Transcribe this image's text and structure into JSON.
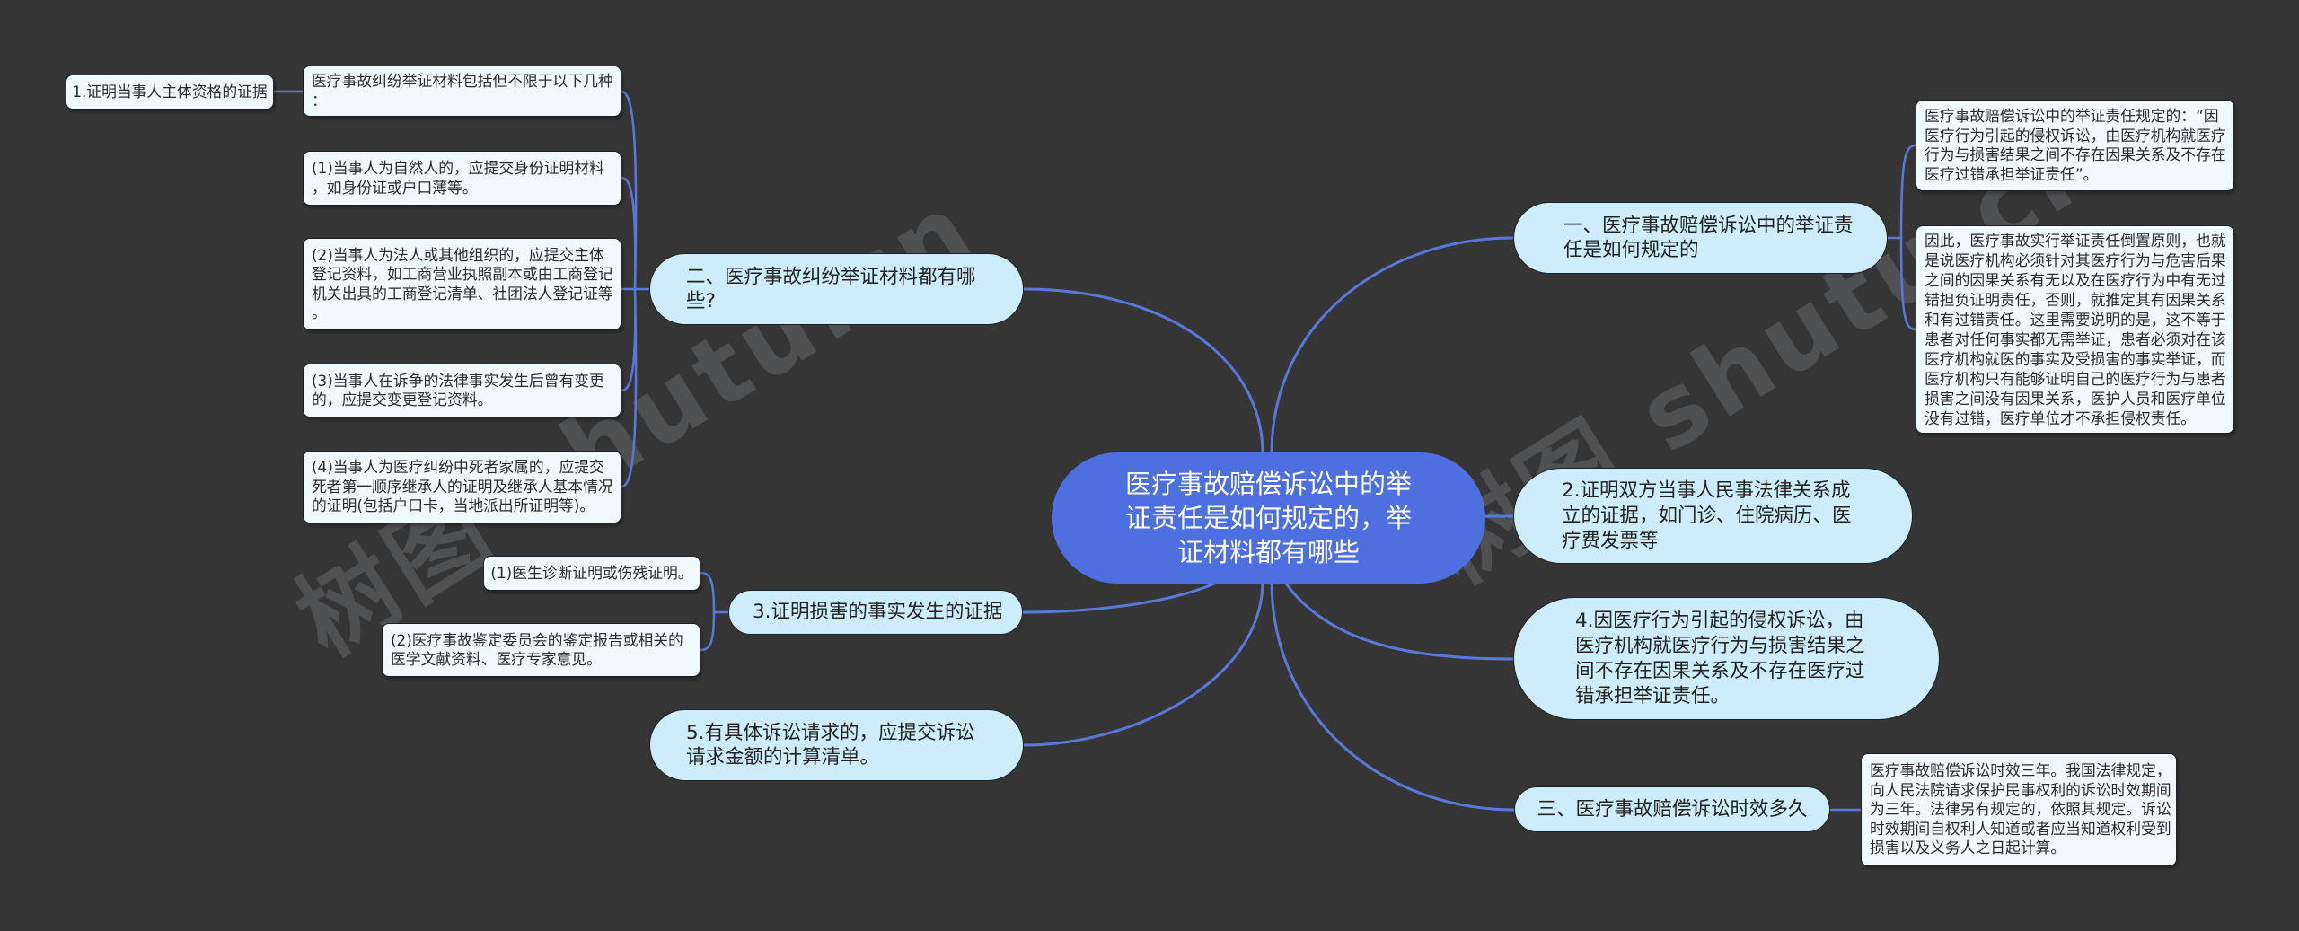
{
  "theme": {
    "background": "#363535",
    "central_fill": "#4d6fdf",
    "central_text": "#ffffff",
    "topic_fill": "#cdedfb",
    "topic_text": "#222222",
    "box_fill": "#f0f9fc",
    "box_text": "#2b2b2b",
    "connector": "#5878dc"
  },
  "watermark": "树图 shutu.cn",
  "central_topic": {
    "lines": [
      "医疗事故赔偿诉讼中的举",
      "证责任是如何规定的，举",
      "证材料都有哪些"
    ]
  },
  "right_topics": [
    {
      "lines": [
        "一、医疗事故赔偿诉讼中的举证责",
        "任是如何规定的"
      ],
      "children": [
        {
          "lines": [
            "医疗事故赔偿诉讼中的举证责任规定的：“因",
            "医疗行为引起的侵权诉讼，由医疗机构就医疗",
            "行为与损害结果之间不存在因果关系及不存在",
            "医疗过错承担举证责任”。"
          ]
        },
        {
          "lines": [
            "因此，医疗事故实行举证责任倒置原则，也就",
            "是说医疗机构必须针对其医疗行为与危害后果",
            "之间的因果关系有无以及在医疗行为中有无过",
            "错担负证明责任，否则，就推定其有因果关系",
            "和有过错责任。这里需要说明的是，这不等于",
            "患者对任何事实都无需举证，患者必须对在该",
            "医疗机构就医的事实及受损害的事实举证，而",
            "医疗机构只有能够证明自己的医疗行为与患者",
            "损害之间没有因果关系，医护人员和医疗单位",
            "没有过错，医疗单位才不承担侵权责任。"
          ]
        }
      ]
    },
    {
      "lines": [
        "2.证明双方当事人民事法律关系成",
        "立的证据，如门诊、住院病历、医",
        "疗费发票等"
      ]
    },
    {
      "lines": [
        "4.因医疗行为引起的侵权诉讼，由",
        "医疗机构就医疗行为与损害结果之",
        "间不存在因果关系及不存在医疗过",
        "错承担举证责任。"
      ]
    },
    {
      "lines": [
        "三、医疗事故赔偿诉讼时效多久"
      ],
      "children": [
        {
          "lines": [
            "医疗事故赔偿诉讼时效三年。我国法律规定，",
            "向人民法院请求保护民事权利的诉讼时效期间",
            "为三年。法律另有规定的，依照其规定。诉讼",
            "时效期间自权利人知道或者应当知道权利受到",
            "损害以及义务人之日起计算。"
          ]
        }
      ]
    }
  ],
  "left_topics": [
    {
      "lines": [
        "二、医疗事故纠纷举证材料都有哪",
        "些?"
      ],
      "children": [
        {
          "lines": [
            "医疗事故纠纷举证材料包括但不限于以下几种",
            "："
          ],
          "children": [
            {
              "lines": [
                "1.证明当事人主体资格的证据"
              ]
            }
          ]
        },
        {
          "lines": [
            "(1)当事人为自然人的，应提交身份证明材料",
            "，如身份证或户口薄等。"
          ]
        },
        {
          "lines": [
            "(2)当事人为法人或其他组织的，应提交主体",
            "登记资料，如工商营业执照副本或由工商登记",
            "机关出具的工商登记清单、社团法人登记证等",
            "。"
          ]
        },
        {
          "lines": [
            "(3)当事人在诉争的法律事实发生后曾有变更",
            "的，应提交变更登记资料。"
          ]
        },
        {
          "lines": [
            "(4)当事人为医疗纠纷中死者家属的，应提交",
            "死者第一顺序继承人的证明及继承人基本情况",
            "的证明(包括户口卡，当地派出所证明等)。"
          ]
        }
      ]
    },
    {
      "lines": [
        "3.证明损害的事实发生的证据"
      ],
      "children": [
        {
          "lines": [
            "(1)医生诊断证明或伤残证明。"
          ]
        },
        {
          "lines": [
            "(2)医疗事故鉴定委员会的鉴定报告或相关的",
            "医学文献资料、医疗专家意见。"
          ]
        }
      ]
    },
    {
      "lines": [
        "5.有具体诉讼请求的，应提交诉讼",
        "请求金额的计算清单。"
      ]
    }
  ]
}
